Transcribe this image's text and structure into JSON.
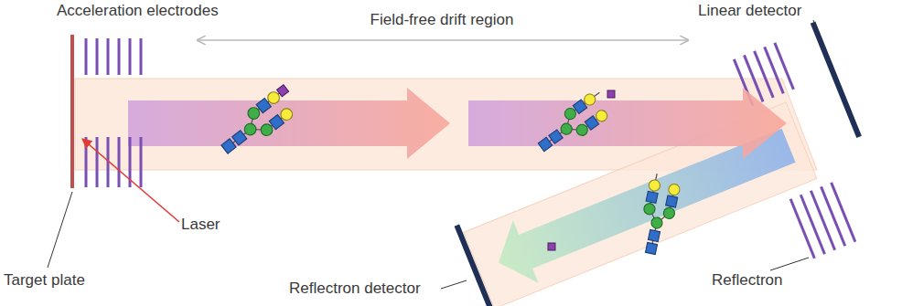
{
  "diagram": {
    "labels": [
      "Acceleration electrodes",
      "Field-free drift region",
      "Linear detector",
      "Target plate",
      "Laser",
      "Reflectron detector",
      "Reflectron"
    ]
  }
}
